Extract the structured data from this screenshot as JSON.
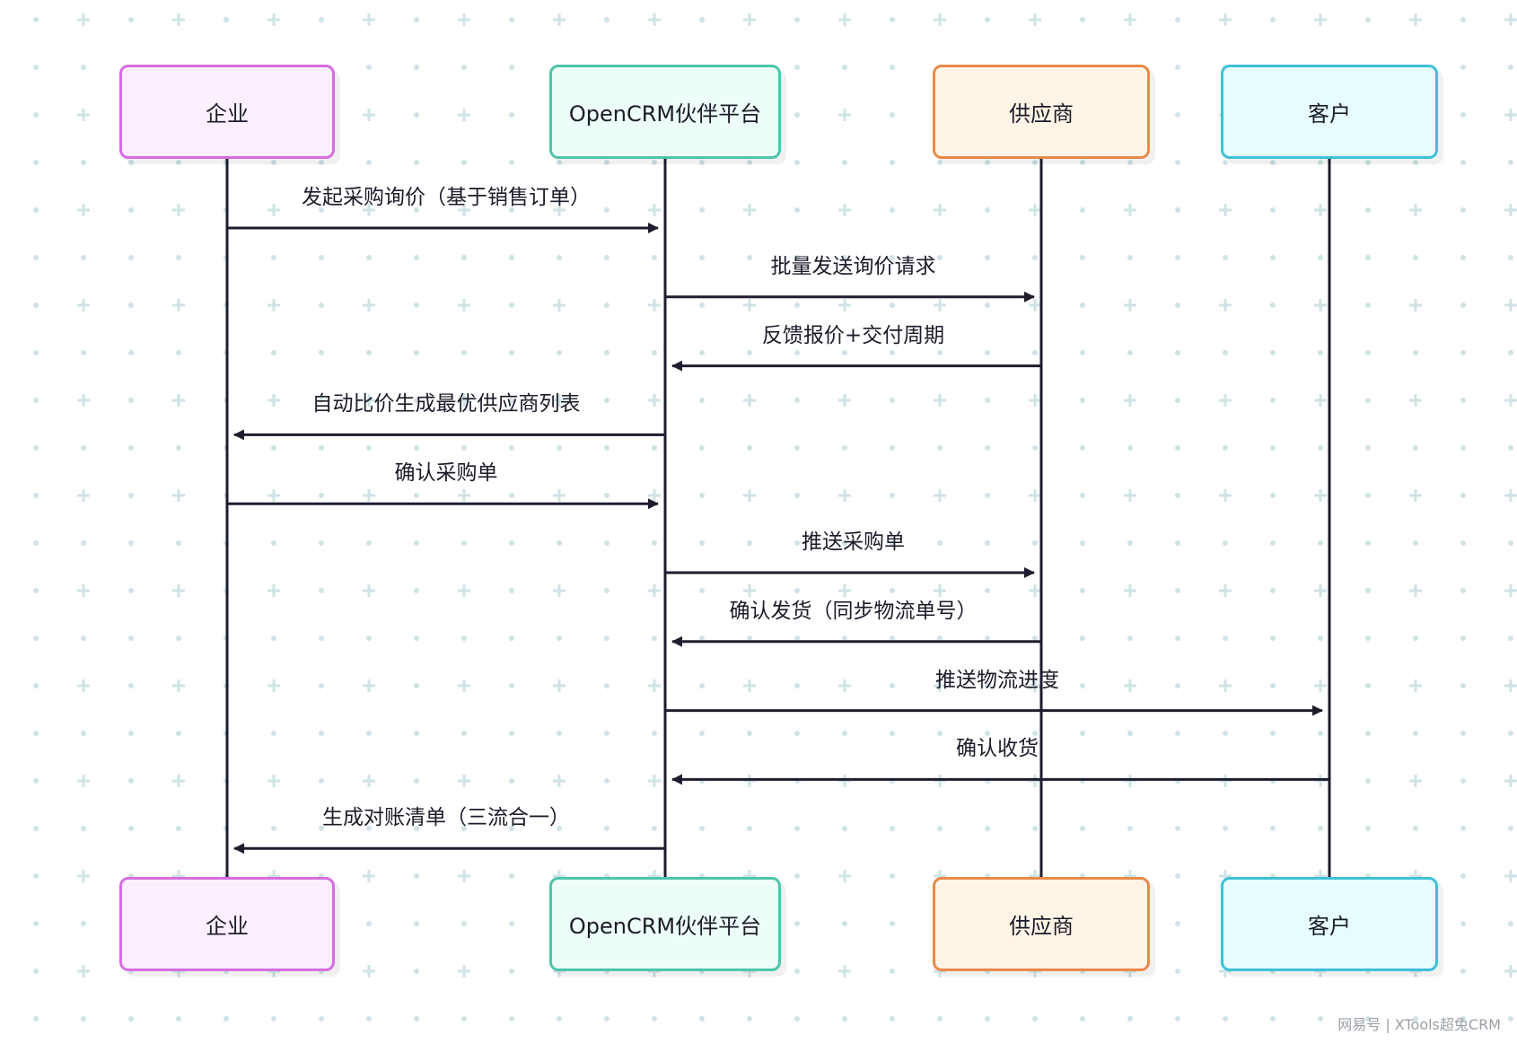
{
  "diagram": {
    "type": "sequence",
    "actors": [
      {
        "id": "enterprise",
        "label": "企业",
        "border": "#d56ee0",
        "fill": "#fcefff"
      },
      {
        "id": "platform",
        "label": "OpenCRM伙伴平台",
        "border": "#4fc4ad",
        "fill": "#edfdf8"
      },
      {
        "id": "supplier",
        "label": "供应商",
        "border": "#e8894a",
        "fill": "#fff4e6"
      },
      {
        "id": "customer",
        "label": "客户",
        "border": "#3fc0d6",
        "fill": "#e6fcff"
      }
    ],
    "messages": [
      {
        "from": "enterprise",
        "to": "platform",
        "label": "发起采购询价（基于销售订单）"
      },
      {
        "from": "platform",
        "to": "supplier",
        "label": "批量发送询价请求"
      },
      {
        "from": "supplier",
        "to": "platform",
        "label": "反馈报价+交付周期"
      },
      {
        "from": "platform",
        "to": "enterprise",
        "label": "自动比价生成最优供应商列表"
      },
      {
        "from": "enterprise",
        "to": "platform",
        "label": "确认采购单"
      },
      {
        "from": "platform",
        "to": "supplier",
        "label": "推送采购单"
      },
      {
        "from": "supplier",
        "to": "platform",
        "label": "确认发货（同步物流单号）"
      },
      {
        "from": "platform",
        "to": "customer",
        "label": "推送物流进度"
      },
      {
        "from": "customer",
        "to": "platform",
        "label": "确认收货"
      },
      {
        "from": "platform",
        "to": "enterprise",
        "label": "生成对账清单（三流合一）"
      }
    ],
    "line_color": "#1e1c2e",
    "grid_color": "#cfe3e6"
  },
  "watermark": "网易号 | XTools超兔CRM"
}
